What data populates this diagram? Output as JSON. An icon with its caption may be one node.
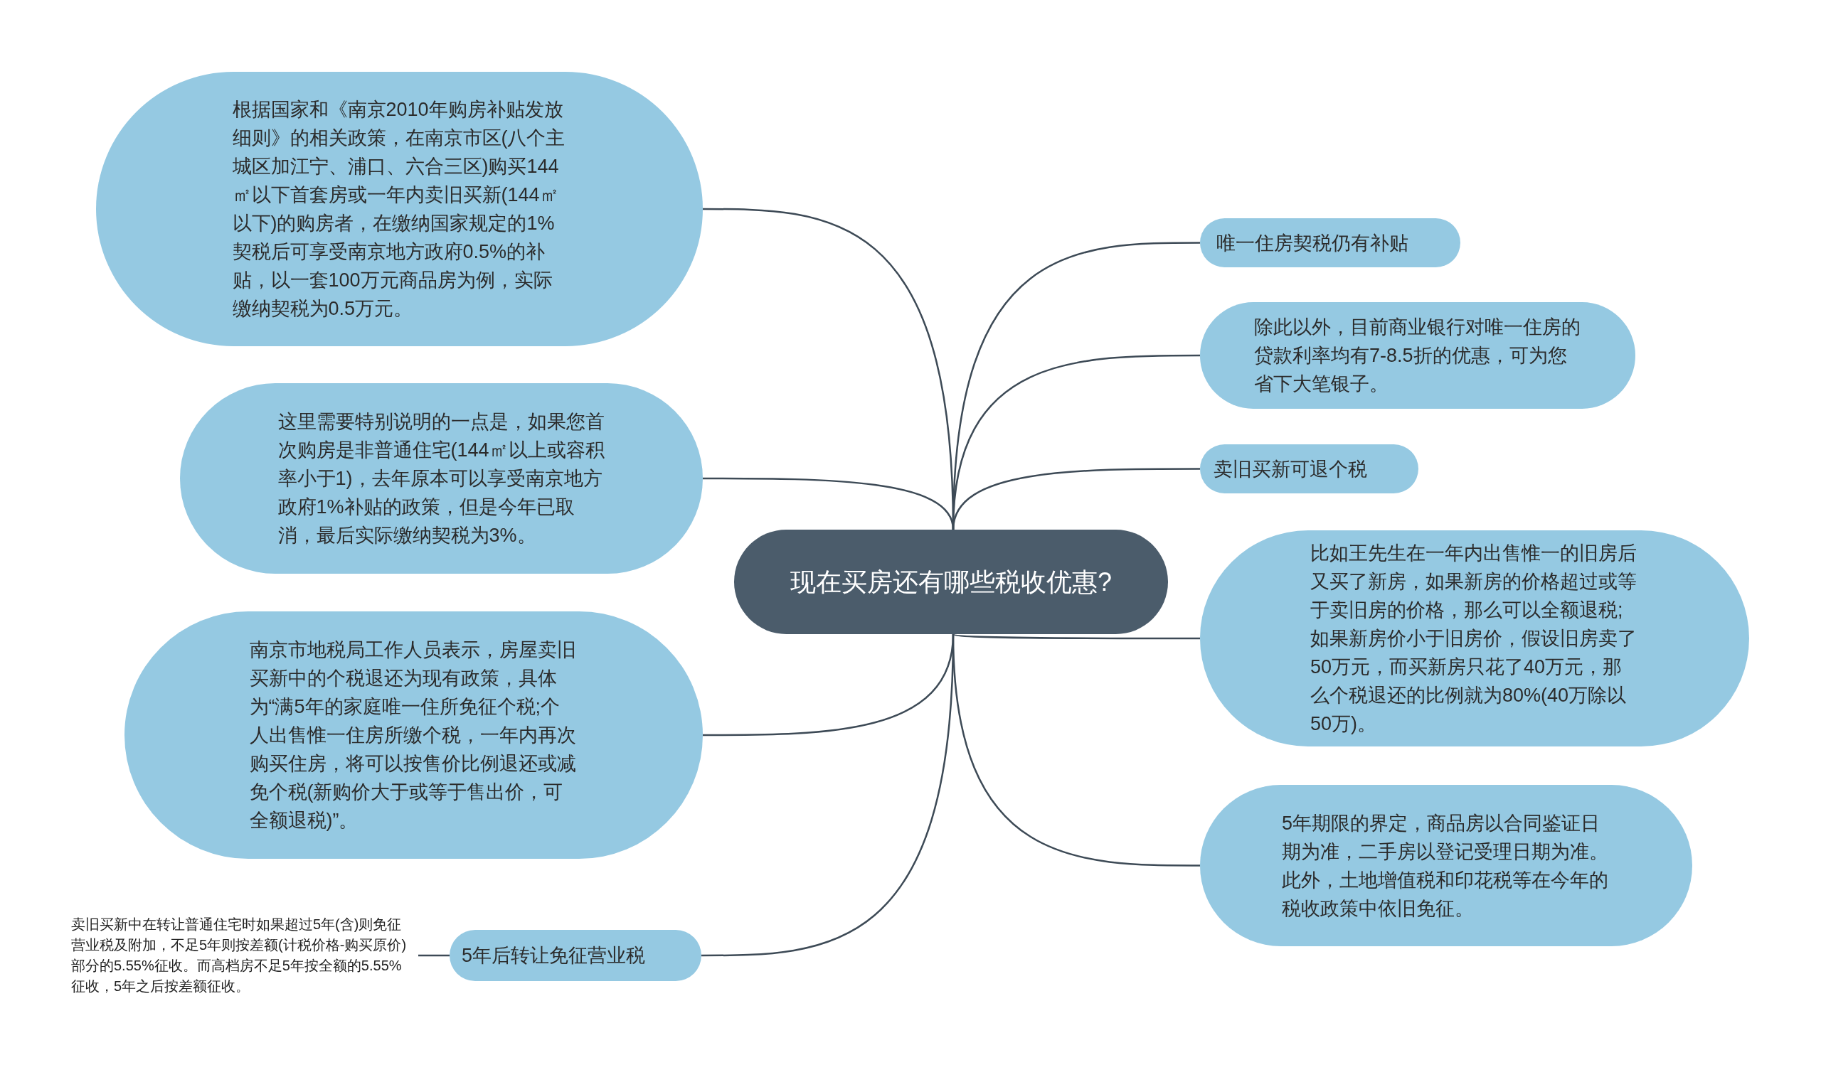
{
  "diagram": {
    "nodes": [
      {
        "text": [
          "现在买房还有哪些税收优惠?"
        ]
      },
      {
        "text": [
          "根据国家和《南京2010年购房补贴发放细则》的相关政策，在南京市区(八个主城区加江宁、浦口、六合三区)购买144㎡以下首套房或一年内卖旧买新(144㎡以下)的购房者，在缴纳国家规定的1%契税后可享受南京地方政府0.5%的补贴，以一套100万元商品房为例，实际缴纳契税为0.5万元。"
        ]
      },
      {
        "text": [
          "这里需要特别说明的一点是，如果您首次购房是非普通住宅(144㎡以上或容积率小于1)，去年原本可以享受南京地方政府1%补贴的政策，但是今年已取消，最后实际缴纳契税为3%。"
        ]
      },
      {
        "text": [
          "南京市地税局工作人员表示，房屋卖旧买新中的个税退还为现有政策，具体为“满5年的家庭唯一住所免征个税;个人出售惟一住房所缴个税，一年内再次购买住房，将可以按售价比例退还或减免个税(新购价大于或等于售出价，可全额退税)”。"
        ]
      },
      {
        "text": [
          "5年后转让免征营业税"
        ]
      },
      {
        "text": [
          "卖旧买新中在转让普通住宅时如果超过5年(含)则免征营业税及附加，不足5年则按差额(计税价格-购买原价)部分的5.55%征收。而高档房不足5年按全额的5.55%征收，5年之后按差额征收。"
        ]
      },
      {
        "text": [
          "唯一住房契税仍有补贴"
        ]
      },
      {
        "text": [
          "除此以外，目前商业银行对唯一住房的贷款利率均有7-8.5折的优惠，可为您省下大笔银子。"
        ]
      },
      {
        "text": [
          "卖旧买新可退个税"
        ]
      },
      {
        "text": [
          "比如王先生在一年内出售惟一的旧房后又买了新房，如果新房的价格超过或等于卖旧房的价格，那么可以全额退税;如果新房价小于旧房价，假设旧房卖了50万元，而买新房只花了40万元，那么个税退还的比例就为80%(40万除以50万)。"
        ]
      },
      {
        "text": [
          "5年期限的界定，商品房以合同鉴证日期为准，二手房以登记受理日期为准。此外，土地增值税和印花税等在今年的税收政策中依旧免征。"
        ]
      }
    ],
    "edges": [
      {
        "from": 0,
        "to": 1,
        "arrow": "none"
      },
      {
        "from": 0,
        "to": 2,
        "arrow": "none"
      },
      {
        "from": 0,
        "to": 3,
        "arrow": "none"
      },
      {
        "from": 0,
        "to": 4,
        "arrow": "none"
      },
      {
        "from": 4,
        "to": 5,
        "arrow": "none"
      },
      {
        "from": 0,
        "to": 6,
        "arrow": "none"
      },
      {
        "from": 0,
        "to": 7,
        "arrow": "none"
      },
      {
        "from": 0,
        "to": 8,
        "arrow": "none"
      },
      {
        "from": 0,
        "to": 9,
        "arrow": "none"
      },
      {
        "from": 0,
        "to": 10,
        "arrow": "none"
      }
    ]
  }
}
